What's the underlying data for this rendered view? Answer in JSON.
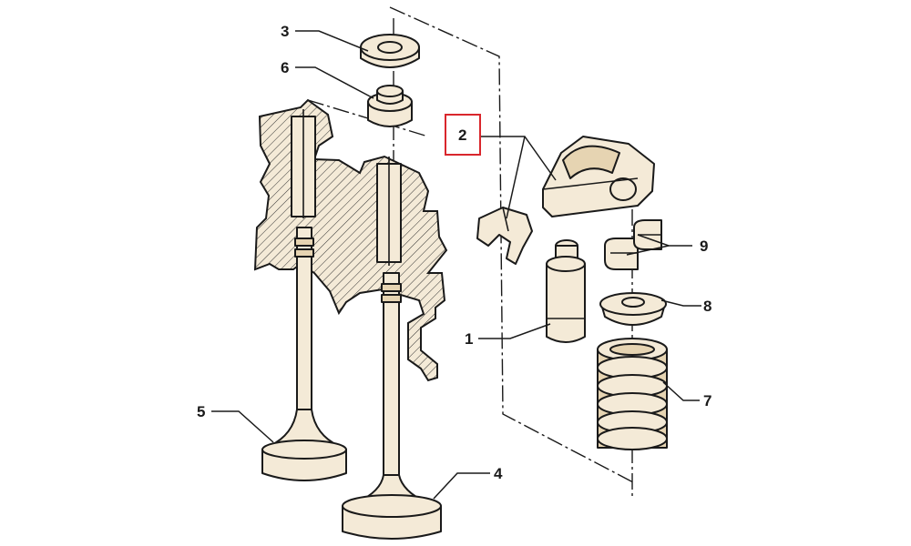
{
  "callouts": [
    {
      "id": "3",
      "label": "3"
    },
    {
      "id": "6",
      "label": "6"
    },
    {
      "id": "2",
      "label": "2",
      "highlighted": true
    },
    {
      "id": "9",
      "label": "9"
    },
    {
      "id": "8",
      "label": "8"
    },
    {
      "id": "1",
      "label": "1"
    },
    {
      "id": "7",
      "label": "7"
    },
    {
      "id": "5",
      "label": "5"
    },
    {
      "id": "4",
      "label": "4"
    }
  ],
  "colors": {
    "part_fill": "#f4ead7",
    "part_shade": "#e6d4b2",
    "outline": "#1a1a1a",
    "highlight": "#d9262c"
  }
}
